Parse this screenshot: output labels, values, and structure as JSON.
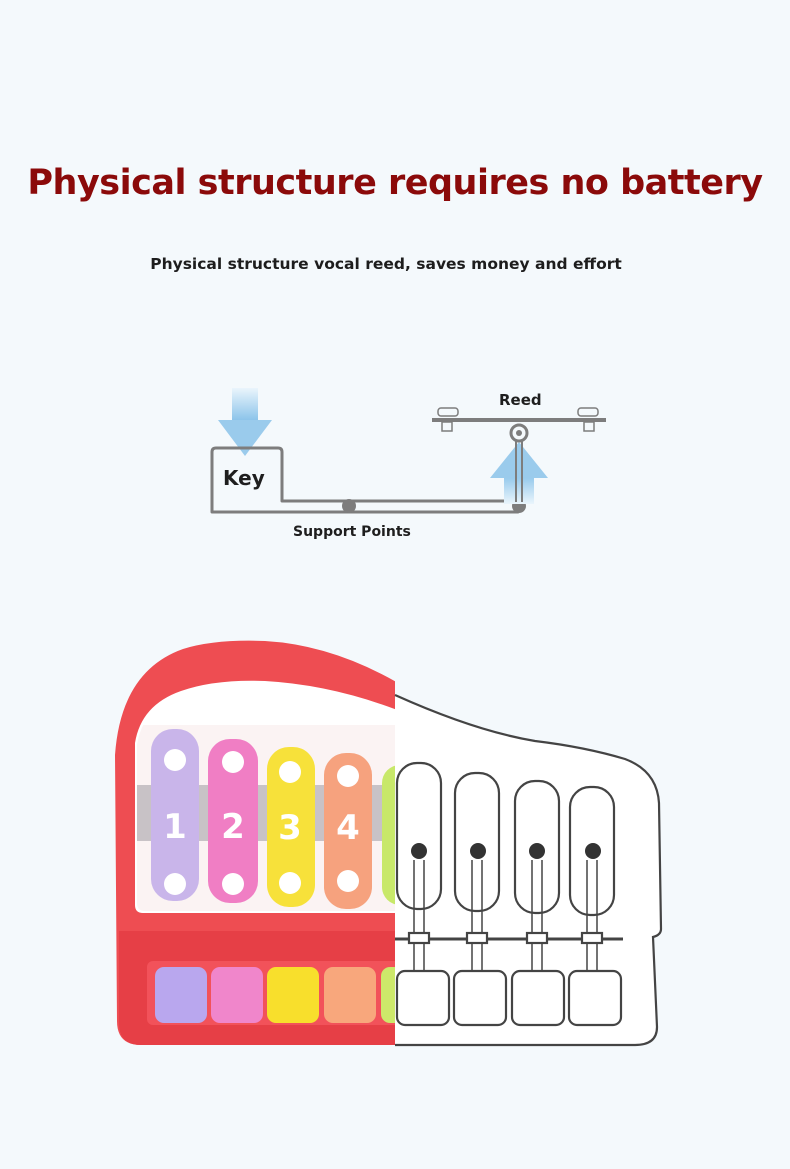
{
  "header": {
    "title": "Physical structure requires no battery",
    "subtitle": "Physical structure vocal reed, saves money and effort"
  },
  "diagram": {
    "key_label": "Key",
    "reed_label": "Reed",
    "support_label": "Support Points"
  },
  "piano": {
    "bar_numbers": [
      "1",
      "2",
      "3",
      "4"
    ],
    "bar_colors": [
      "#c9b5ea",
      "#f07ec4",
      "#f7e13a",
      "#f6a27e",
      "#c8e86a"
    ],
    "key_colors": [
      "#b9a7ee",
      "#f086cb",
      "#f8df2c",
      "#f8a77c",
      "#cde86a"
    ],
    "frame_color": "#ee4d52"
  },
  "colors": {
    "title": "#8b0a0a",
    "text": "#1d1d1d",
    "diagram_line": "#7d7d7d",
    "arrow": "#a9d1ec"
  }
}
